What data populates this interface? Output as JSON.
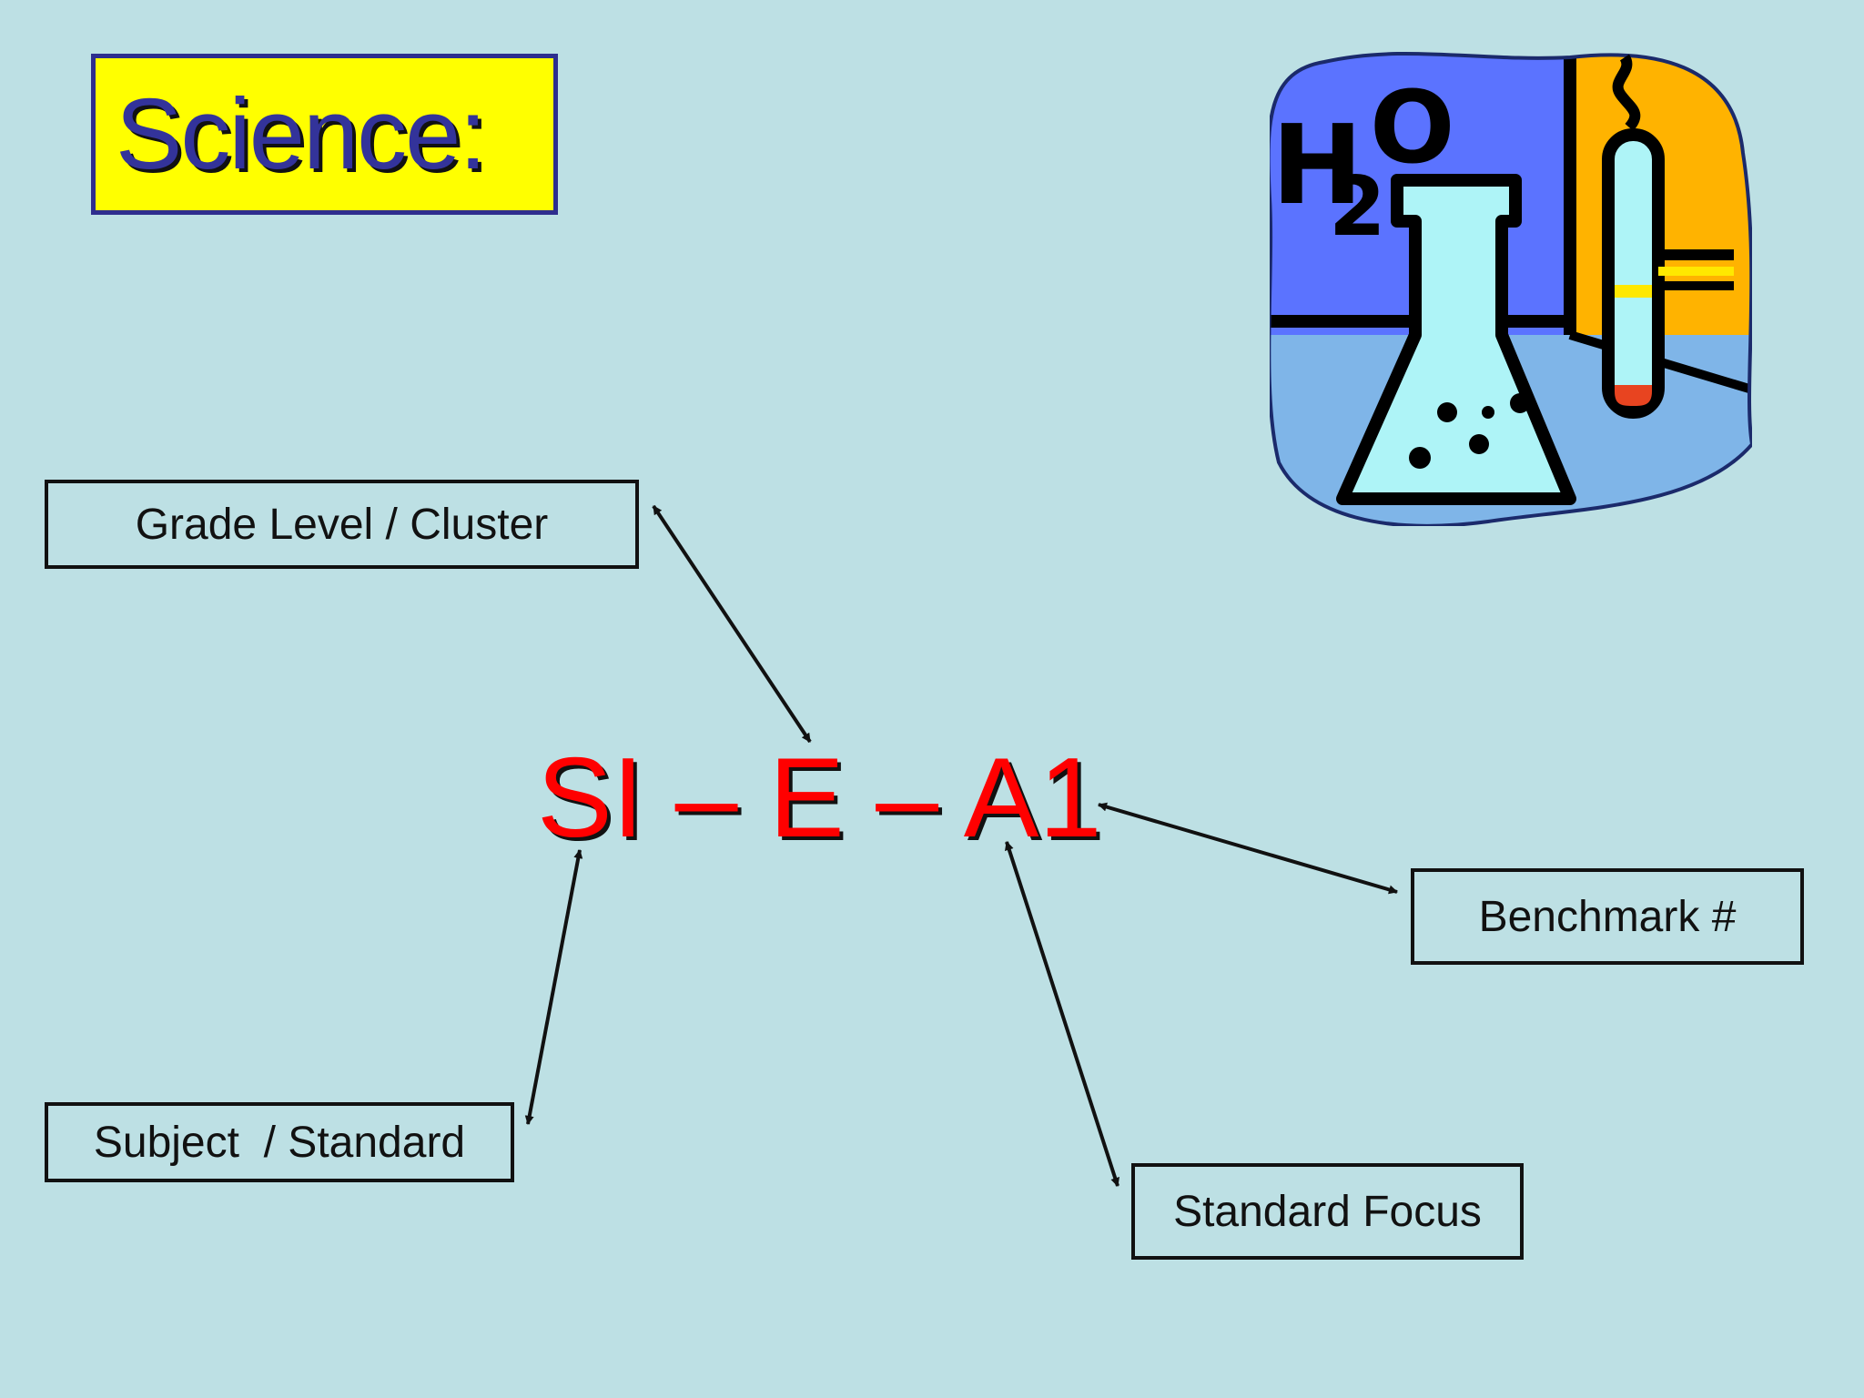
{
  "slide": {
    "title": "Science:",
    "code": "SI – E – A1",
    "labels": {
      "grade_level": "Grade Level / Cluster",
      "subject": "Subject  / Standard",
      "benchmark": "Benchmark #",
      "focus": "Standard Focus"
    },
    "clipart": {
      "icon": "chemistry-lab-icon",
      "formula_h": "H",
      "formula_2": "2",
      "formula_o": "O"
    }
  },
  "colors": {
    "background": "#bde0e4",
    "title_fill": "#ffff00",
    "title_text": "#33339a",
    "code_text": "#ff0000",
    "line": "#111111"
  }
}
